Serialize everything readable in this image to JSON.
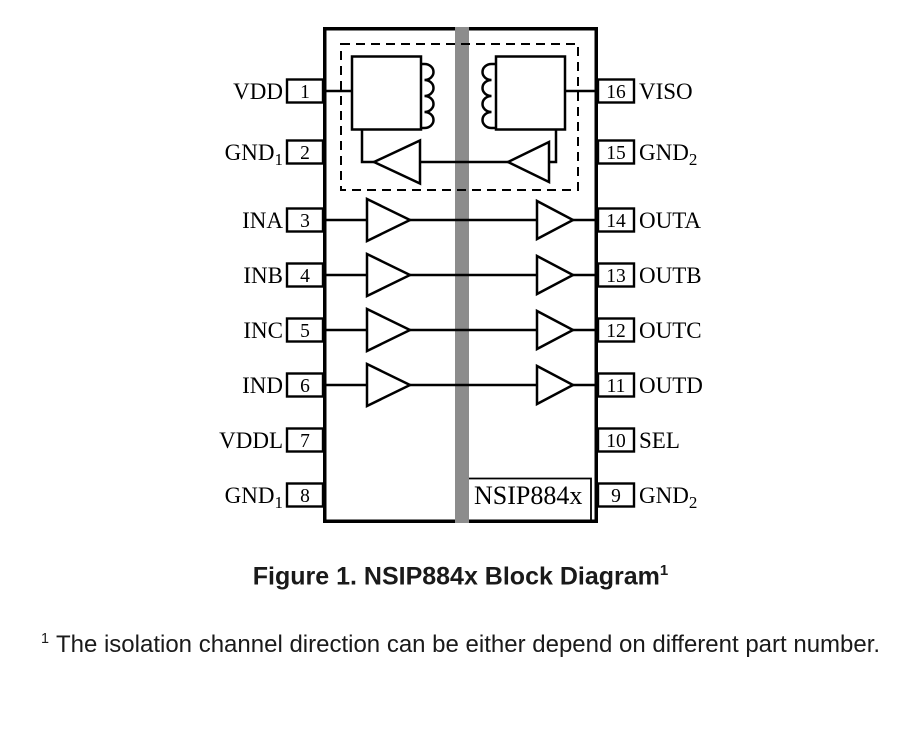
{
  "figure": {
    "caption_text": "Figure 1. NSIP884x Block Diagram",
    "caption_sup": "1",
    "footnote_marker": "1",
    "footnote_text": "The isolation channel direction can be either depend on different part number."
  },
  "chip": {
    "name": "NSIP884x",
    "pins_left": [
      {
        "number": "1",
        "label": "VDD",
        "sub": ""
      },
      {
        "number": "2",
        "label": "GND",
        "sub": "1"
      },
      {
        "number": "3",
        "label": "INA",
        "sub": ""
      },
      {
        "number": "4",
        "label": "INB",
        "sub": ""
      },
      {
        "number": "5",
        "label": "INC",
        "sub": ""
      },
      {
        "number": "6",
        "label": "IND",
        "sub": ""
      },
      {
        "number": "7",
        "label": "VDDL",
        "sub": ""
      },
      {
        "number": "8",
        "label": "GND",
        "sub": "1"
      }
    ],
    "pins_right": [
      {
        "number": "16",
        "label": "VISO",
        "sub": ""
      },
      {
        "number": "15",
        "label": "GND",
        "sub": "2"
      },
      {
        "number": "14",
        "label": "OUTA",
        "sub": ""
      },
      {
        "number": "13",
        "label": "OUTB",
        "sub": ""
      },
      {
        "number": "12",
        "label": "OUTC",
        "sub": ""
      },
      {
        "number": "11",
        "label": "OUTD",
        "sub": ""
      },
      {
        "number": "10",
        "label": "SEL",
        "sub": ""
      },
      {
        "number": "9",
        "label": "GND",
        "sub": "2"
      }
    ]
  },
  "colors": {
    "line": "#000000",
    "isolation_barrier": "#8c8c8c",
    "background": "#ffffff",
    "text": "#1a1a1a"
  }
}
